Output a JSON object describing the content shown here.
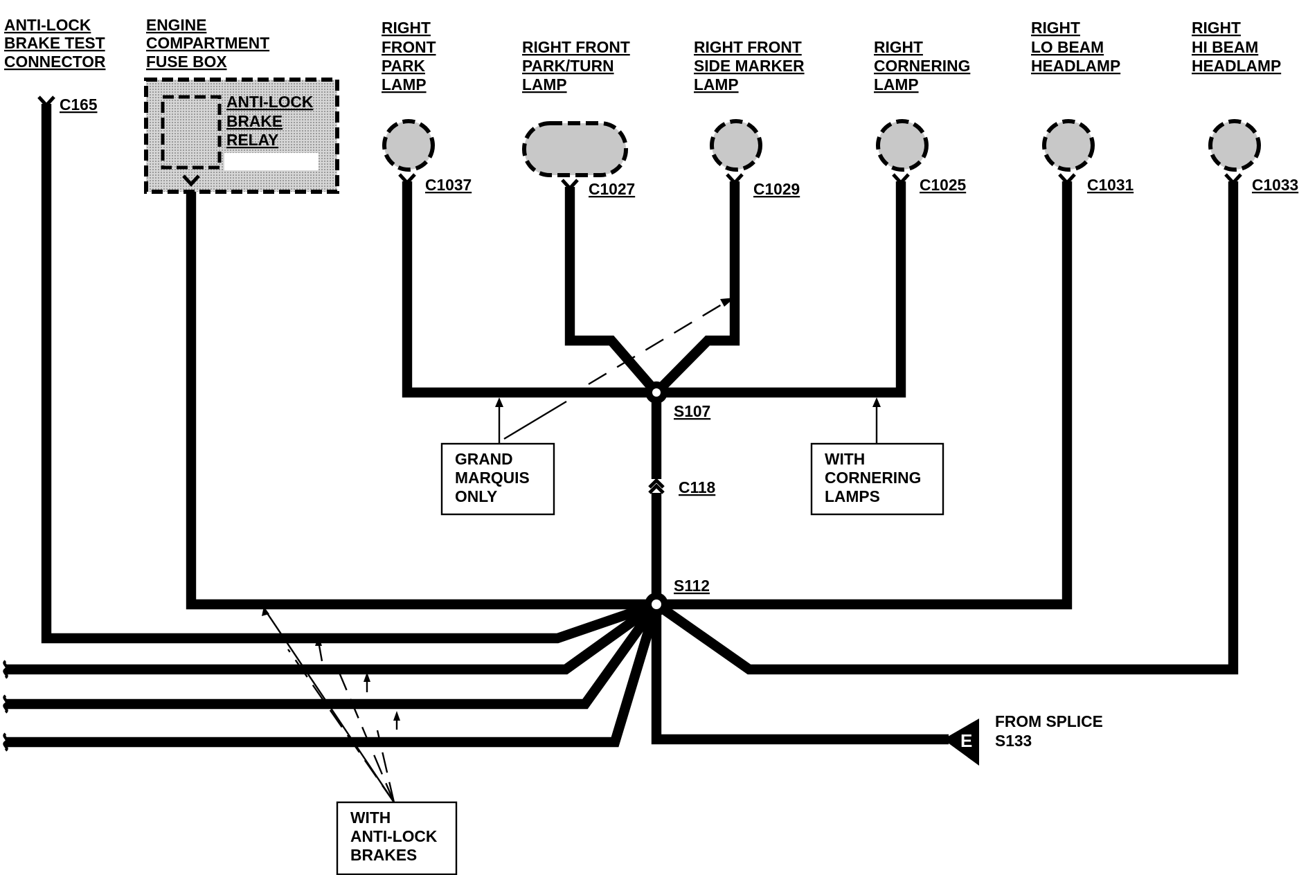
{
  "colors": {
    "ink": "#000000",
    "background": "#ffffff",
    "component_fill": "#c8c8c8"
  },
  "components": {
    "abs_test": {
      "lines": [
        "ANTI-LOCK",
        "BRAKE TEST",
        "CONNECTOR"
      ],
      "connector": "C165"
    },
    "fuse_box": {
      "lines": [
        "ENGINE",
        "COMPARTMENT",
        "FUSE BOX"
      ],
      "relay_lines": [
        "ANTI-LOCK",
        "BRAKE",
        "RELAY"
      ]
    },
    "park_lamp": {
      "lines": [
        "RIGHT",
        "FRONT",
        "PARK",
        "LAMP"
      ],
      "connector": "C1037"
    },
    "park_turn": {
      "lines": [
        "RIGHT FRONT",
        "PARK/TURN",
        "LAMP"
      ],
      "connector": "C1027"
    },
    "side_marker": {
      "lines": [
        "RIGHT FRONT",
        "SIDE MARKER",
        "LAMP"
      ],
      "connector": "C1029"
    },
    "cornering": {
      "lines": [
        "RIGHT",
        "CORNERING",
        "LAMP"
      ],
      "connector": "C1025"
    },
    "lo_beam": {
      "lines": [
        "RIGHT",
        "LO BEAM",
        "HEADLAMP"
      ],
      "connector": "C1031"
    },
    "hi_beam": {
      "lines": [
        "RIGHT",
        "HI BEAM",
        "HEADLAMP"
      ],
      "connector": "C1033"
    }
  },
  "splices": {
    "s107": "S107",
    "s112": "S112",
    "c118": "C118"
  },
  "notes": {
    "grand_marquis": [
      "GRAND",
      "MARQUIS",
      "ONLY"
    ],
    "cornering_lamps": [
      "WITH",
      "CORNERING",
      "LAMPS"
    ],
    "anti_lock": [
      "WITH",
      "ANTI-LOCK",
      "BRAKES"
    ]
  },
  "ground": {
    "letter": "E",
    "lines": [
      "FROM SPLICE",
      "S133"
    ]
  }
}
